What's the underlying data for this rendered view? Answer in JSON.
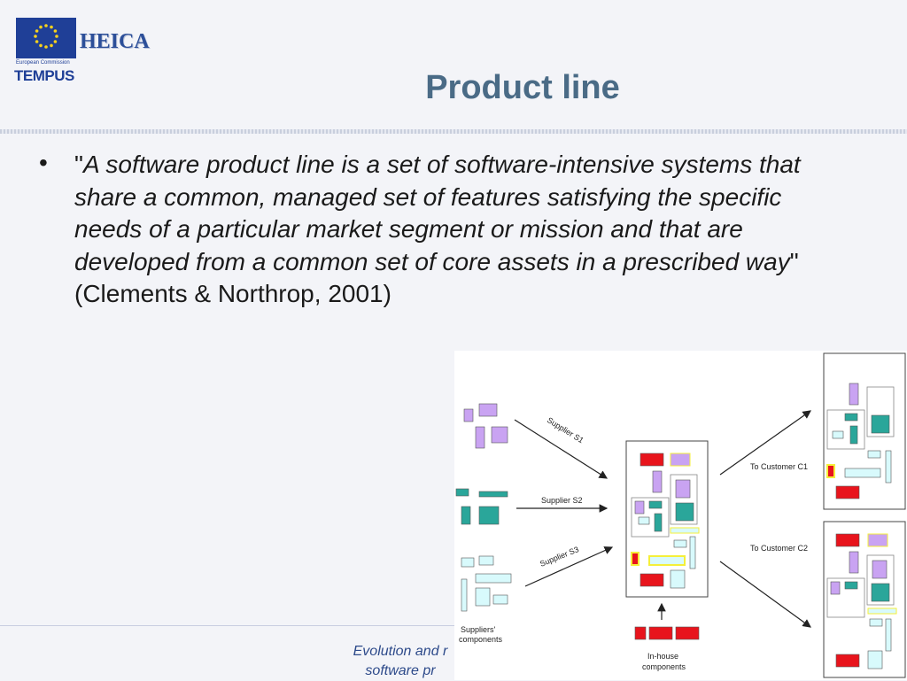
{
  "header": {
    "logo": {
      "caption": "European Commission",
      "name": "TEMPUS"
    },
    "brand": "HEICA",
    "title": "Product line"
  },
  "content": {
    "bullet": "•",
    "quote_open": "\"",
    "quote_italic": "A software product line is a set of software-intensive systems that share a common, managed set of features satisfying the specific needs of a particular market segment or mission and that are developed from a common set of core assets in a prescribed way",
    "quote_close": "\"",
    "citation": "(Clements & Northrop, 2001)"
  },
  "diagram": {
    "labels": {
      "supplier_s1": "Supplier S1",
      "supplier_s2": "Supplier S2",
      "supplier_s3": "Supplier S3",
      "to_customer_c1": "To Customer C1",
      "to_customer_c2": "To Customer C2",
      "suppliers_components_1": "Suppliers'",
      "suppliers_components_2": "components",
      "inhouse_components_1": "In-house",
      "inhouse_components_2": "components"
    },
    "colors": {
      "purple": "#c9a3f2",
      "teal": "#2aa69a",
      "light_cyan": "#d8fafc",
      "red": "#e8141c",
      "yellow": "#f5ef3a"
    }
  },
  "footer": {
    "line1": "Evolution and r",
    "line2": "software pr"
  }
}
